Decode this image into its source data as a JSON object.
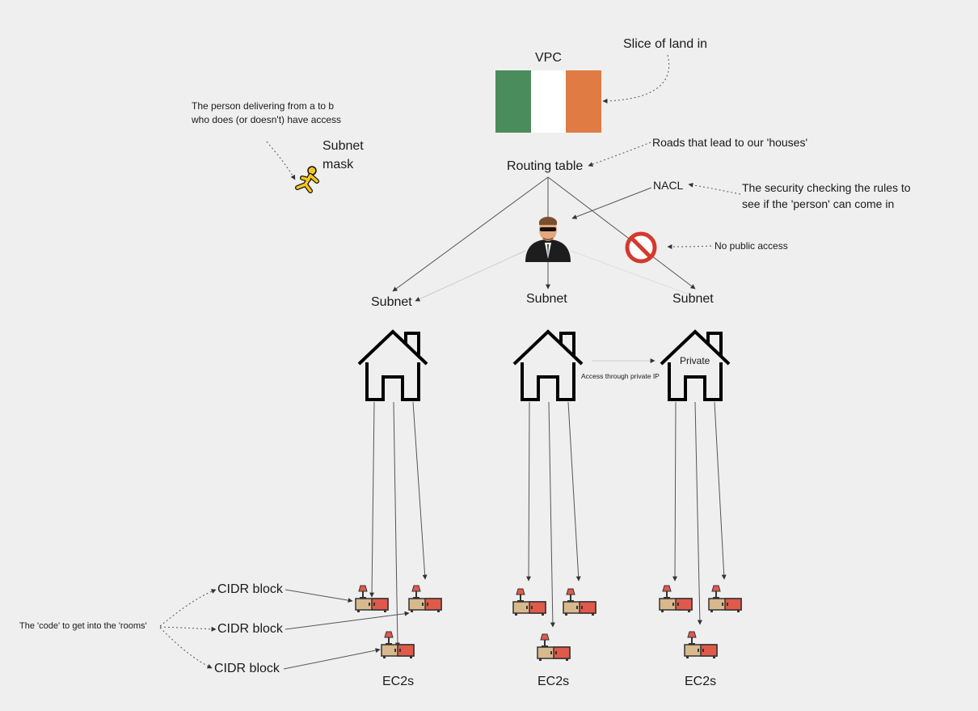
{
  "labels": {
    "vpc": "VPC",
    "slice_of_land": "Slice of land in",
    "person_delivering": "The person delivering from a to b who does (or doesn't) have access",
    "subnet_mask": "Subnet mask",
    "routing_table": "Routing table",
    "roads": "Roads that lead to our 'houses'",
    "nacl": "NACL",
    "security_checking": "The security checking the rules to see if the 'person' can come in",
    "no_public_access": "No public access",
    "subnet_left": "Subnet",
    "subnet_mid": "Subnet",
    "subnet_right": "Subnet",
    "private": "Private",
    "access_private_ip": "Access through private IP",
    "cidr_1": "CIDR block",
    "cidr_2": "CIDR block",
    "cidr_3": "CIDR block",
    "code_rooms": "The 'code' to get into the 'rooms'",
    "ec2s_left": "EC2s",
    "ec2s_mid": "EC2s",
    "ec2s_right": "EC2s"
  },
  "colors": {
    "background": "#efefef",
    "flag_green": "#4a8c5c",
    "flag_white": "#ffffff",
    "flag_orange": "#e07b43",
    "line": "#555555",
    "house": "#000000",
    "furniture_wood": "#d8b98e",
    "furniture_red": "#e05a4a",
    "lamp_red": "#e05a4a"
  },
  "icons": [
    "ireland-flag-icon",
    "aim-running-man-icon",
    "security-guard-icon",
    "no-entry-icon",
    "house-icon",
    "room-furniture-icon"
  ]
}
